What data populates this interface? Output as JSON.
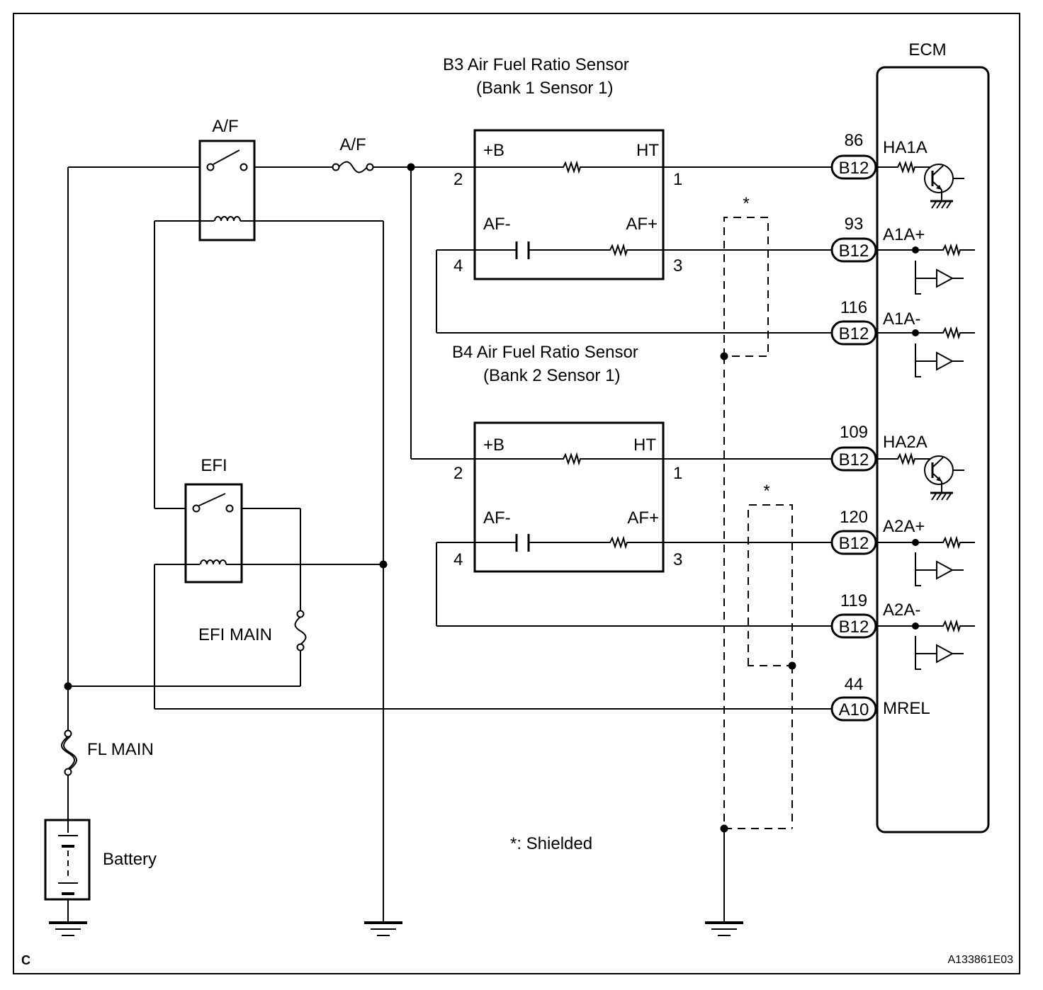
{
  "labels": {
    "ecm": "ECM",
    "b3_title": "B3  Air Fuel Ratio Sensor",
    "b3_subtitle": "(Bank 1 Sensor 1)",
    "b4_title": "B4 Air Fuel Ratio Sensor",
    "b4_subtitle": "(Bank 2 Sensor 1)",
    "af_relay": "A/F",
    "af_fuse": "A/F",
    "efi_relay": "EFI",
    "efi_main": "EFI MAIN",
    "fl_main": "FL MAIN",
    "battery": "Battery",
    "shielded_note": "*: Shielded",
    "shield_mark": "*",
    "corner": "C",
    "figure_id": "A133861E03"
  },
  "sensors": {
    "b3": {
      "plus_b": "+B",
      "ht": "HT",
      "af_minus": "AF-",
      "af_plus": "AF+",
      "pin_plus_b": "2",
      "pin_ht": "1",
      "pin_af_minus": "4",
      "pin_af_plus": "3"
    },
    "b4": {
      "plus_b": "+B",
      "ht": "HT",
      "af_minus": "AF-",
      "af_plus": "AF+",
      "pin_plus_b": "2",
      "pin_ht": "1",
      "pin_af_minus": "4",
      "pin_af_plus": "3"
    }
  },
  "ecm_pins": [
    {
      "number": "86",
      "connector": "B12",
      "signal": "HA1A"
    },
    {
      "number": "93",
      "connector": "B12",
      "signal": "A1A+"
    },
    {
      "number": "116",
      "connector": "B12",
      "signal": "A1A-"
    },
    {
      "number": "109",
      "connector": "B12",
      "signal": "HA2A"
    },
    {
      "number": "120",
      "connector": "B12",
      "signal": "A2A+"
    },
    {
      "number": "119",
      "connector": "B12",
      "signal": "A2A-"
    },
    {
      "number": "44",
      "connector": "A10",
      "signal": "MREL"
    }
  ]
}
